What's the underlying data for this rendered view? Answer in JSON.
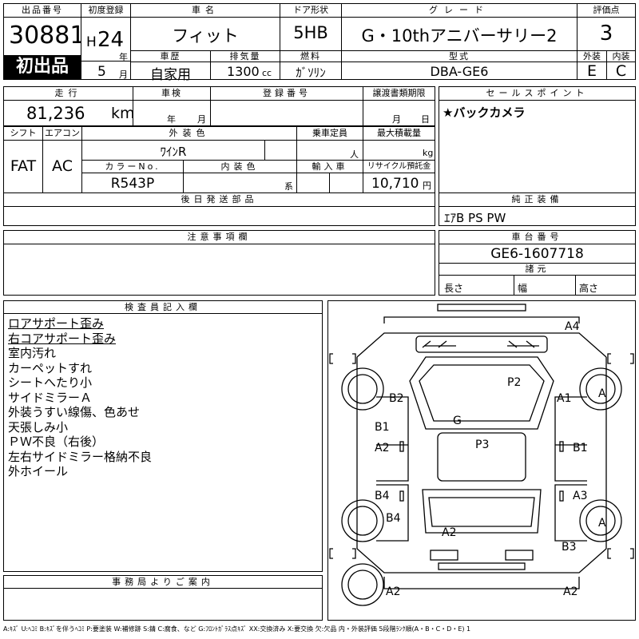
{
  "labels": {
    "lot_no": "出品番号",
    "first_reg": "初度登録",
    "car_name": "車名",
    "door_type": "ドア形状",
    "grade": "グレード",
    "score": "評価点",
    "history": "車歴",
    "displacement": "排気量",
    "fuel": "燃料",
    "model_code": "型式",
    "exterior": "外装",
    "interior": "内装",
    "mileage": "走行",
    "inspection": "車検",
    "reg_no": "登録番号",
    "transfer_deadline": "譲渡書類期限",
    "sales_point": "セールスポイント",
    "shift": "シフト",
    "aircon": "エアコン",
    "ext_color": "外装色",
    "capacity": "乗車定員",
    "max_load": "最大積載量",
    "color_no": "カラーNo.",
    "int_color": "内装色",
    "import": "輸入車",
    "recycle_fee": "リサイクル預託金",
    "later_parts": "後日発送部品",
    "std_equipment": "純正装備",
    "notes": "注意事項欄",
    "chassis_no": "車台番号",
    "dimensions": "諸元",
    "length": "長さ",
    "width": "幅",
    "height": "高さ",
    "inspector_notes": "検査員記入欄",
    "office_notice": "事務局よりご案内"
  },
  "vehicle": {
    "lot_no": "30881",
    "first_listing": "初出品",
    "era": "H",
    "year": "24",
    "year_unit": "年",
    "month": "5",
    "month_unit": "月",
    "car_name": "フィット",
    "door_type": "5HB",
    "grade": "G・10thアニバーサリー2",
    "score": "3",
    "history": "自家用",
    "displacement": "1300",
    "displacement_unit": "cc",
    "fuel": "ｶﾞｿﾘﾝ",
    "model_code": "DBA-GE6",
    "exterior_grade": "E",
    "interior_grade": "C",
    "mileage": "81,236",
    "mileage_unit": "km",
    "inspection_year_unit": "年",
    "inspection_month_unit": "月",
    "transfer_month_unit": "月",
    "transfer_day_unit": "日",
    "sales_point": "★バックカメラ",
    "shift": "FAT",
    "aircon": "AC",
    "ext_color": "ﾜｲﾝR",
    "capacity_unit": "人",
    "max_load_unit": "kg",
    "color_no": "R543P",
    "int_color_unit": "系",
    "recycle_fee": "10,710",
    "recycle_unit": "円",
    "std_equipment": "ｴｱB PS PW",
    "chassis_no": "GE6-1607718"
  },
  "inspector_notes": [
    {
      "text": "ロアサポート歪み",
      "underline": true
    },
    {
      "text": "右コアサポート歪み",
      "underline": true
    },
    {
      "text": "室内汚れ",
      "underline": false
    },
    {
      "text": "カーペットすれ",
      "underline": false
    },
    {
      "text": "シートへたり小",
      "underline": false
    },
    {
      "text": "サイドミラーＡ",
      "underline": false
    },
    {
      "text": "外装うすい線傷、色あせ",
      "underline": false
    },
    {
      "text": "天張しみ小",
      "underline": false
    },
    {
      "text": "ＰＷ不良（右後）",
      "underline": false
    },
    {
      "text": "左右サイドミラー格納不良",
      "underline": false
    },
    {
      "text": "外ホイール",
      "underline": false
    }
  ],
  "damage_marks": [
    "A4",
    "P2",
    "B2",
    "A1",
    "A",
    "G",
    "B1",
    "A2",
    "P3",
    "B1",
    "B4",
    "A3",
    "B4",
    "A",
    "A2",
    "B3",
    "A2",
    "A2"
  ],
  "legend": "A:ｷｽﾞ U:ﾍｺﾐ B:ｷｽﾞを伴うﾍｺﾐ P:要塗装 W:補修跡 S:錆 C:腐食、など G:ﾌﾛﾝﾄｶﾞﾗｽ点ｷｽﾞ XX:交換済み X:要交換 欠:欠品 内・外装評価 5段階ﾗﾝｸ順(A・B・C・D・E) 1"
}
